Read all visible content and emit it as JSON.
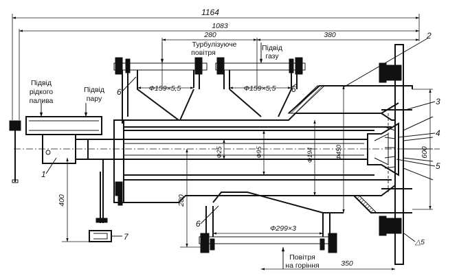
{
  "dimensions": {
    "overall_length": "1164",
    "length_1083": "1083",
    "length_280_top": "280",
    "length_380": "380",
    "length_350": "350",
    "height_400": "400",
    "height_280": "280",
    "height_600": "600",
    "pipe_air_inlet": "Ф159×5,5",
    "pipe_gas_inlet": "Ф159×5,5",
    "pipe_combustion_air": "Ф299×3",
    "diam_1": "Ф25",
    "diam_2": "Ф95",
    "diam_3": "Ф194",
    "diam_4": "Ф450",
    "weld_symbol": "△5"
  },
  "labels": {
    "liquid_fuel_supply": [
      "Підвід",
      "рідкого",
      "палива"
    ],
    "steam_supply": [
      "Підвід",
      "пару"
    ],
    "turbulizing_air": [
      "Турбулізуюче",
      "повітря"
    ],
    "gas_supply": [
      "Підвід",
      "газу"
    ],
    "combustion_air": [
      "Повітря",
      "на горіння"
    ]
  },
  "callouts": {
    "c1": "1",
    "c2": "2",
    "c3": "3",
    "c4": "4",
    "c5": "5",
    "c6a": "6",
    "c6b": "6",
    "c6c": "6",
    "c7": "7"
  }
}
